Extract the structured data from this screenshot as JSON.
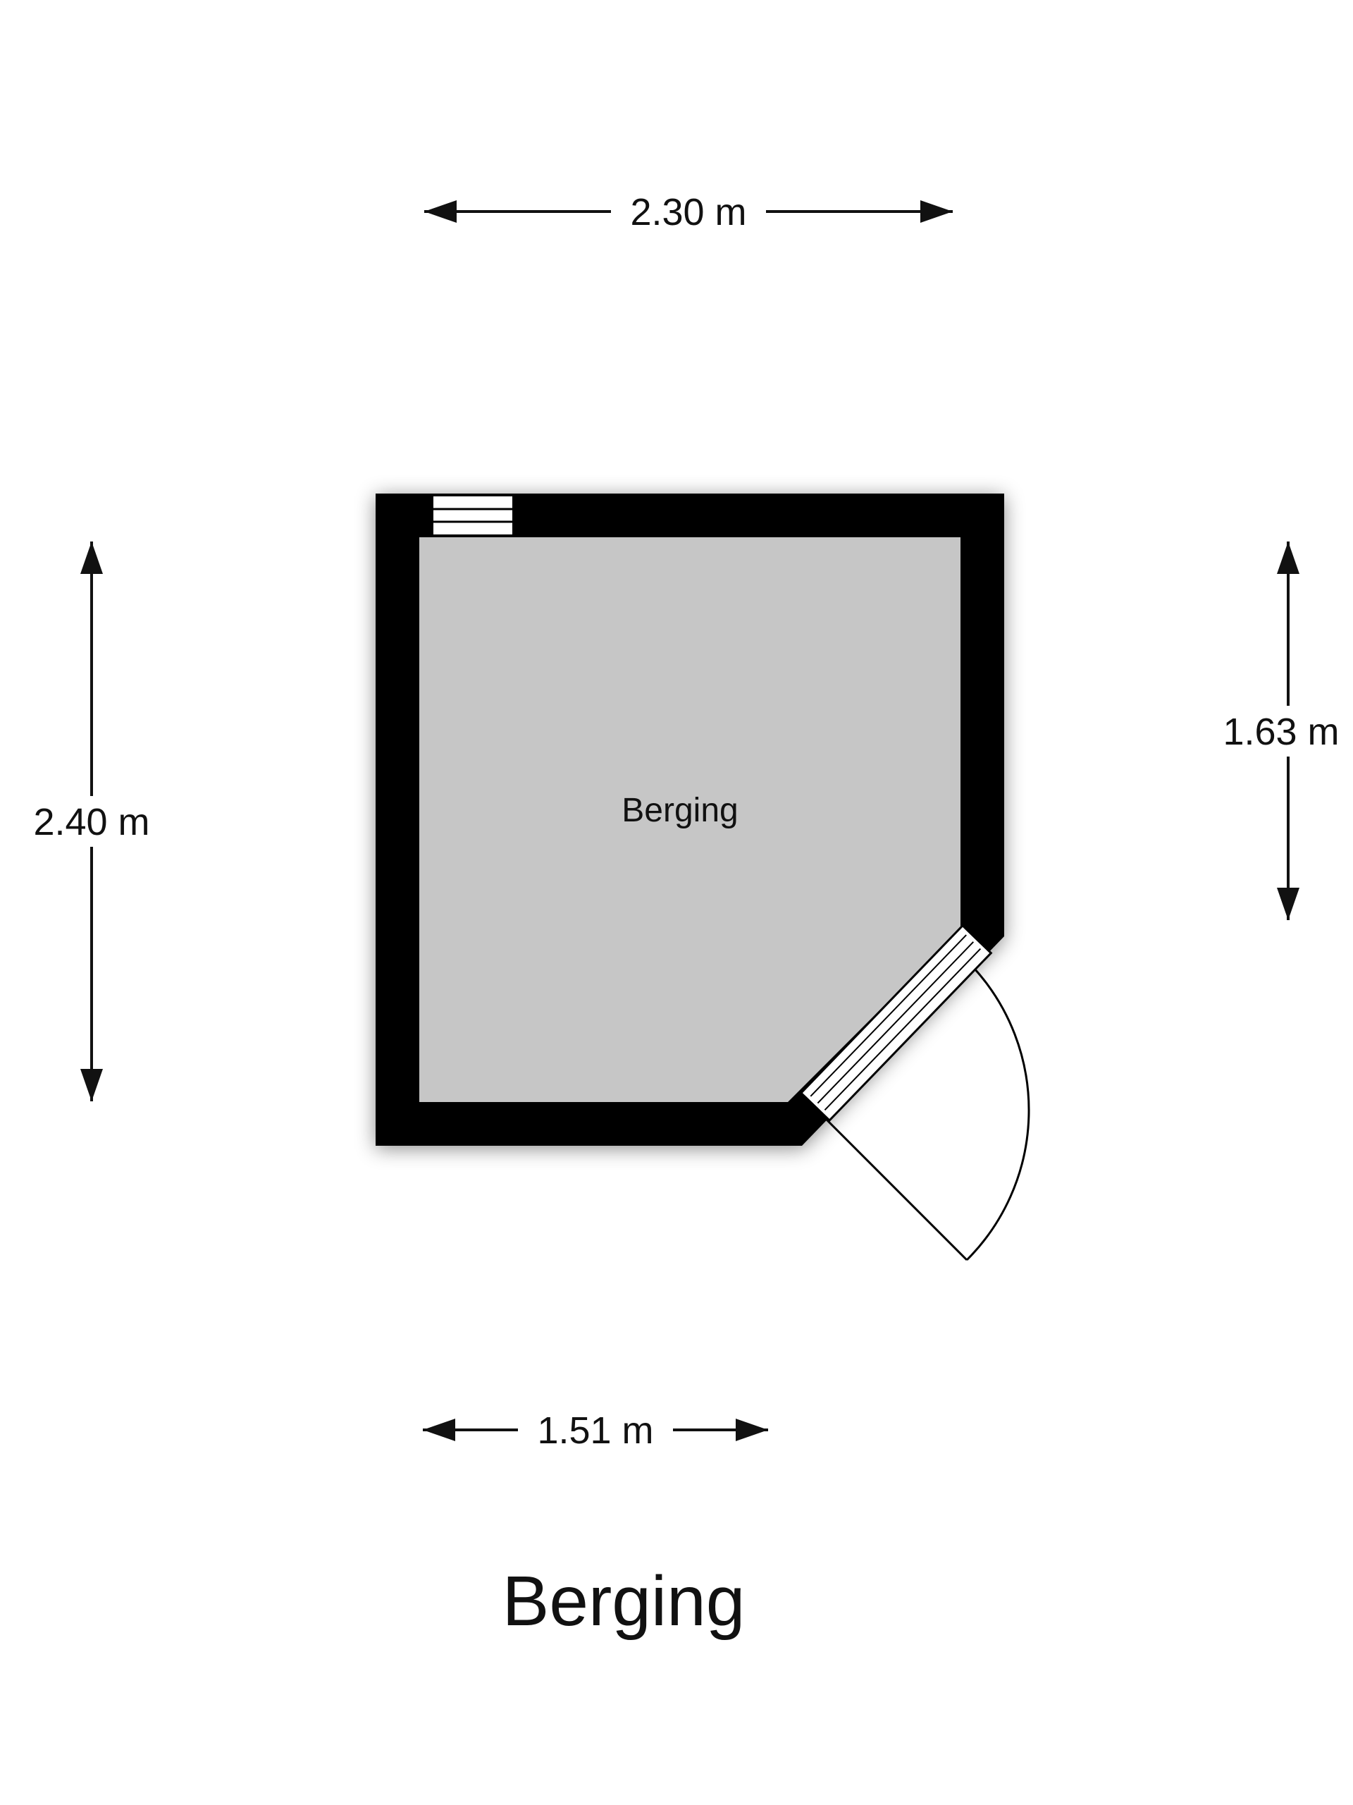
{
  "floorplan": {
    "title": "Berging",
    "room": {
      "label": "Berging"
    },
    "dimensions": {
      "top": "2.30 m",
      "left": "2.40 m",
      "right": "1.63 m",
      "bottom": "1.51 m"
    },
    "colors": {
      "wall": "#000000",
      "floor": "#c6c6c6",
      "background": "#ffffff",
      "text": "#111111"
    }
  }
}
